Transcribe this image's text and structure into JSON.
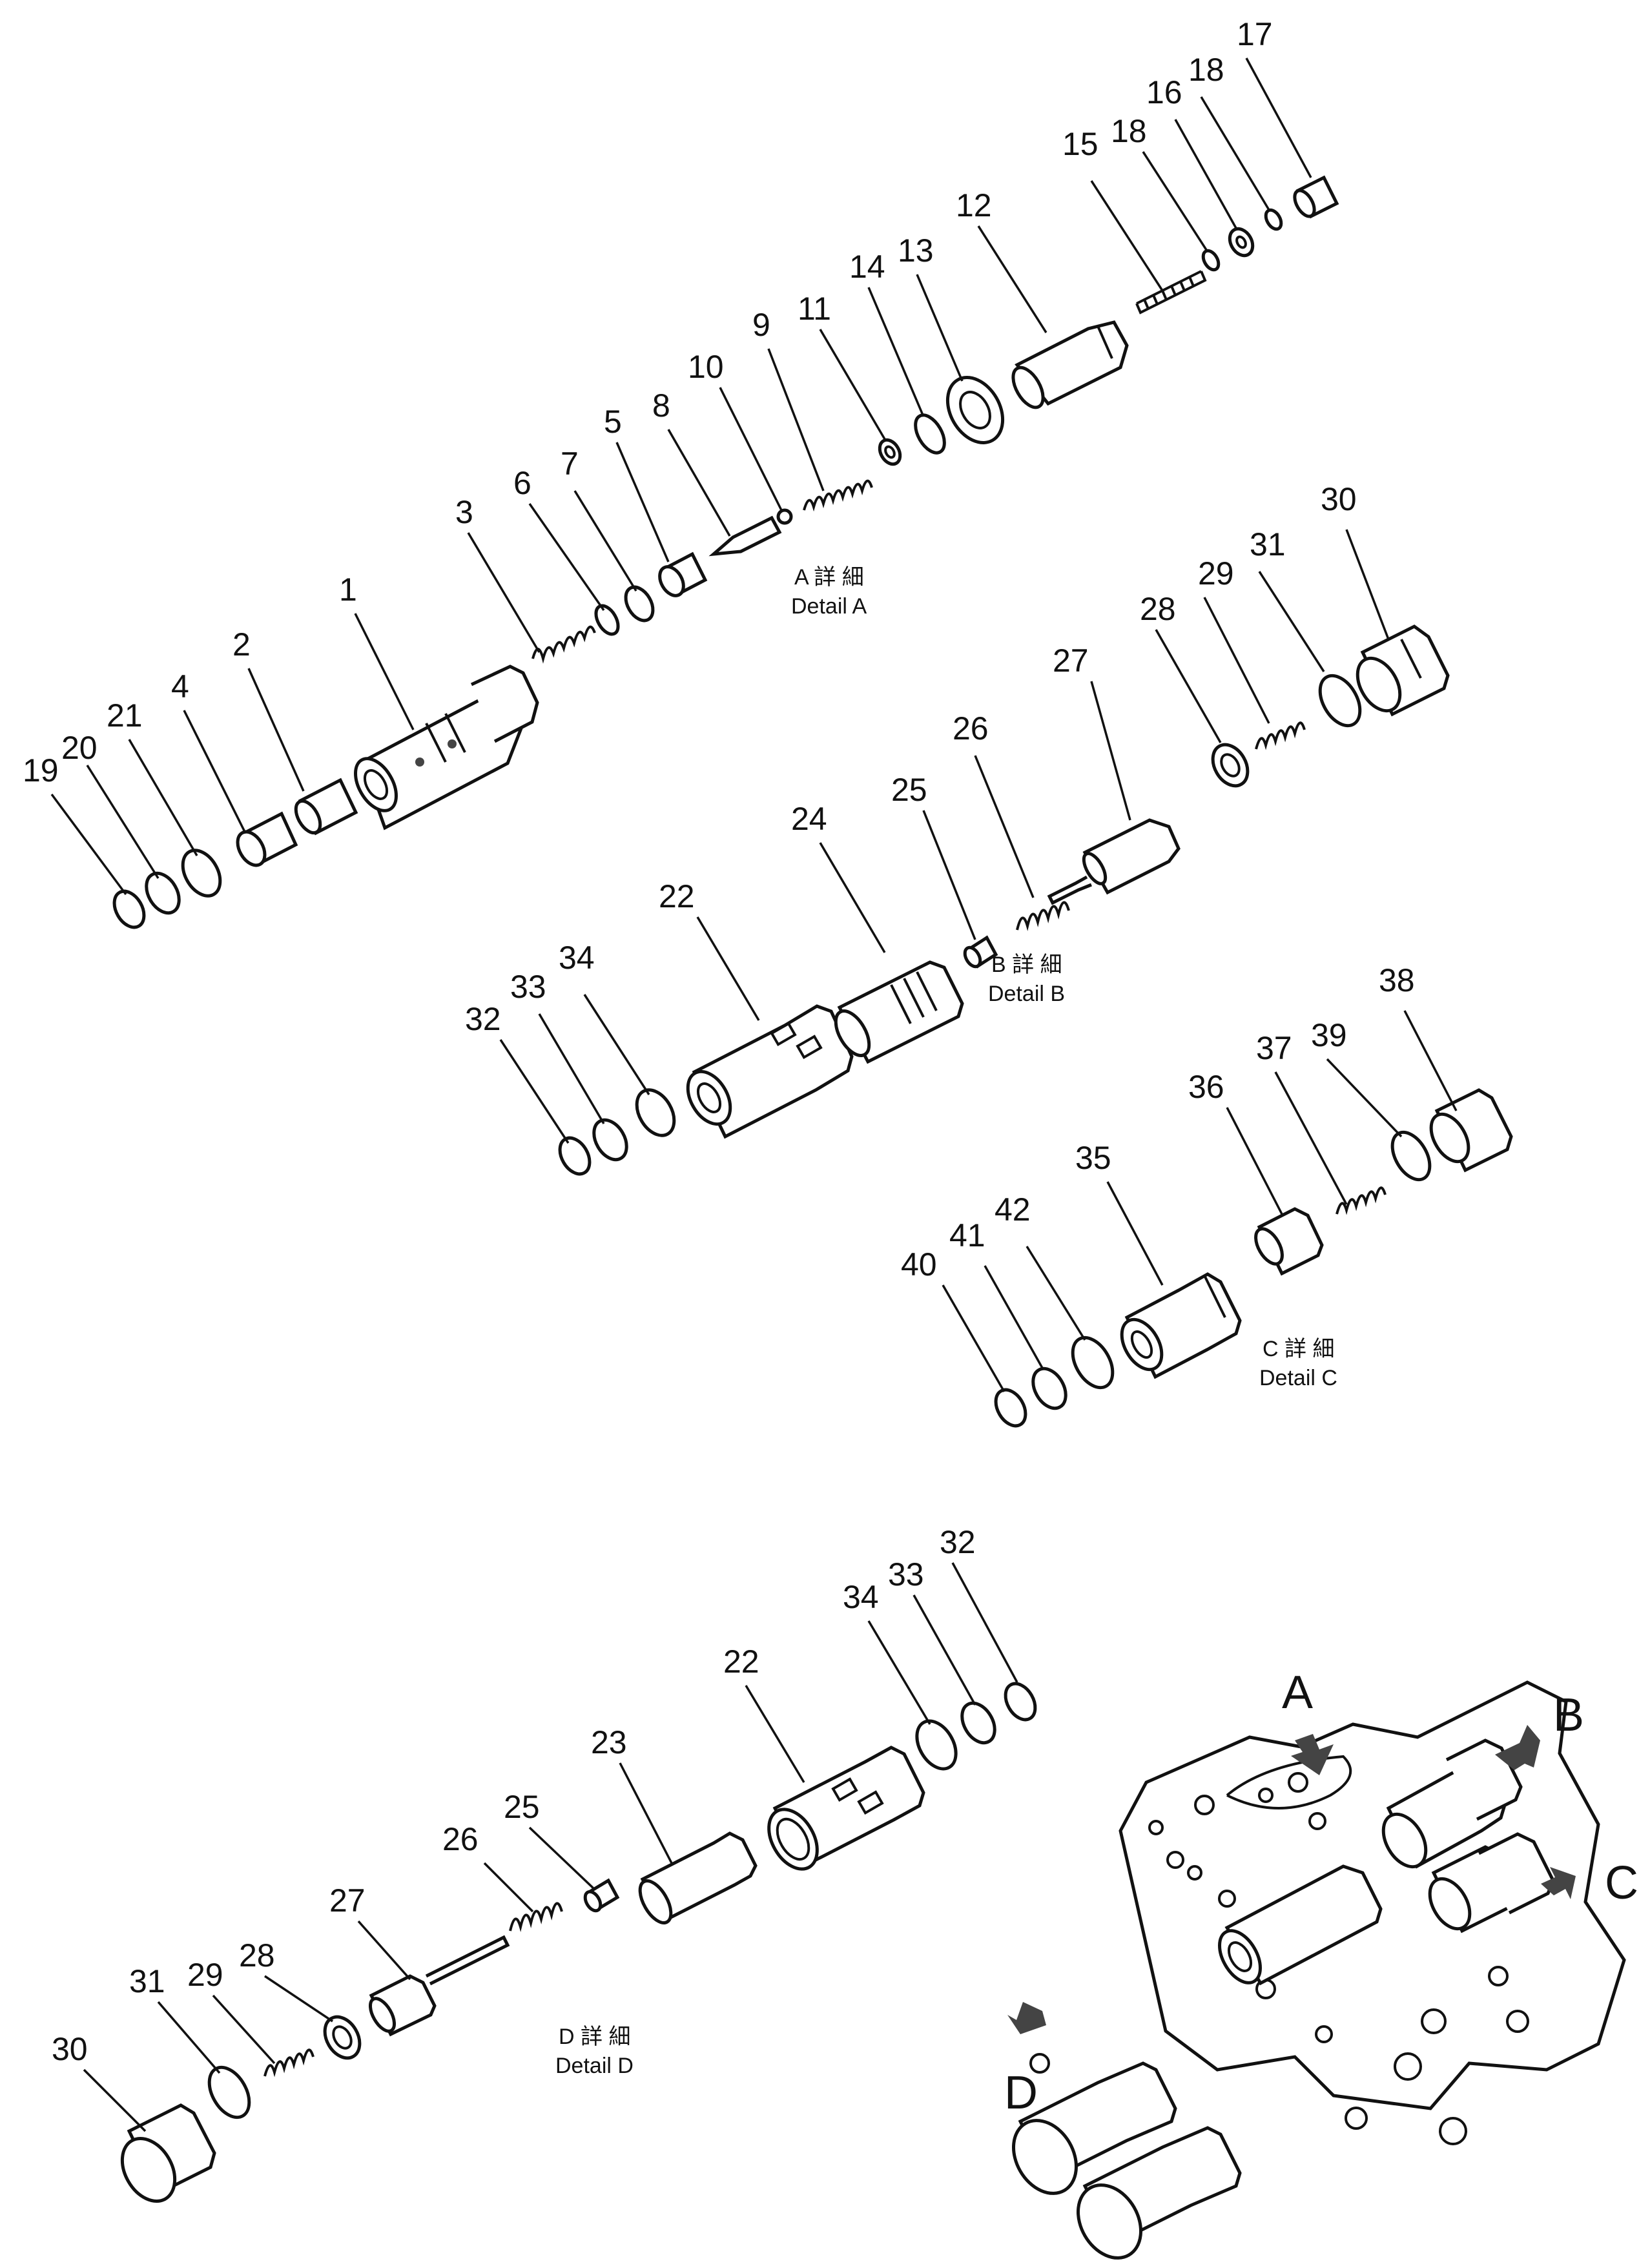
{
  "labels": {
    "l1": "1",
    "l2": "2",
    "l3": "3",
    "l4": "4",
    "l5": "5",
    "l6": "6",
    "l7": "7",
    "l8": "8",
    "l9": "9",
    "l10": "10",
    "l11": "11",
    "l12": "12",
    "l13": "13",
    "l14": "14",
    "l15": "15",
    "l16": "16",
    "l17": "17",
    "l18a": "18",
    "l18b": "18",
    "l19": "19",
    "l20": "20",
    "l21": "21",
    "l22b": "22",
    "l24": "24",
    "l25b": "25",
    "l26b": "26",
    "l27b": "27",
    "l28b": "28",
    "l29b": "29",
    "l30b": "30",
    "l31b": "31",
    "l32b": "32",
    "l33b": "33",
    "l34b": "34",
    "l35": "35",
    "l36": "36",
    "l37": "37",
    "l38": "38",
    "l39": "39",
    "l40": "40",
    "l41": "41",
    "l42": "42",
    "l22d": "22",
    "l23": "23",
    "l25d": "25",
    "l26d": "26",
    "l27d": "27",
    "l28d": "28",
    "l29d": "29",
    "l30d": "30",
    "l31d": "31",
    "l32d": "32",
    "l33d": "33",
    "l34d": "34"
  },
  "details": {
    "a_jp": "A 詳 細",
    "a_en": "Detail  A",
    "b_jp": "B 詳 細",
    "b_en": "Detail  B",
    "c_jp": "C 詳 細",
    "c_en": "Detail  C",
    "d_jp": "D 詳 細",
    "d_en": "Detail  D"
  },
  "views": {
    "a": "A",
    "b": "B",
    "c": "C",
    "d": "D"
  }
}
